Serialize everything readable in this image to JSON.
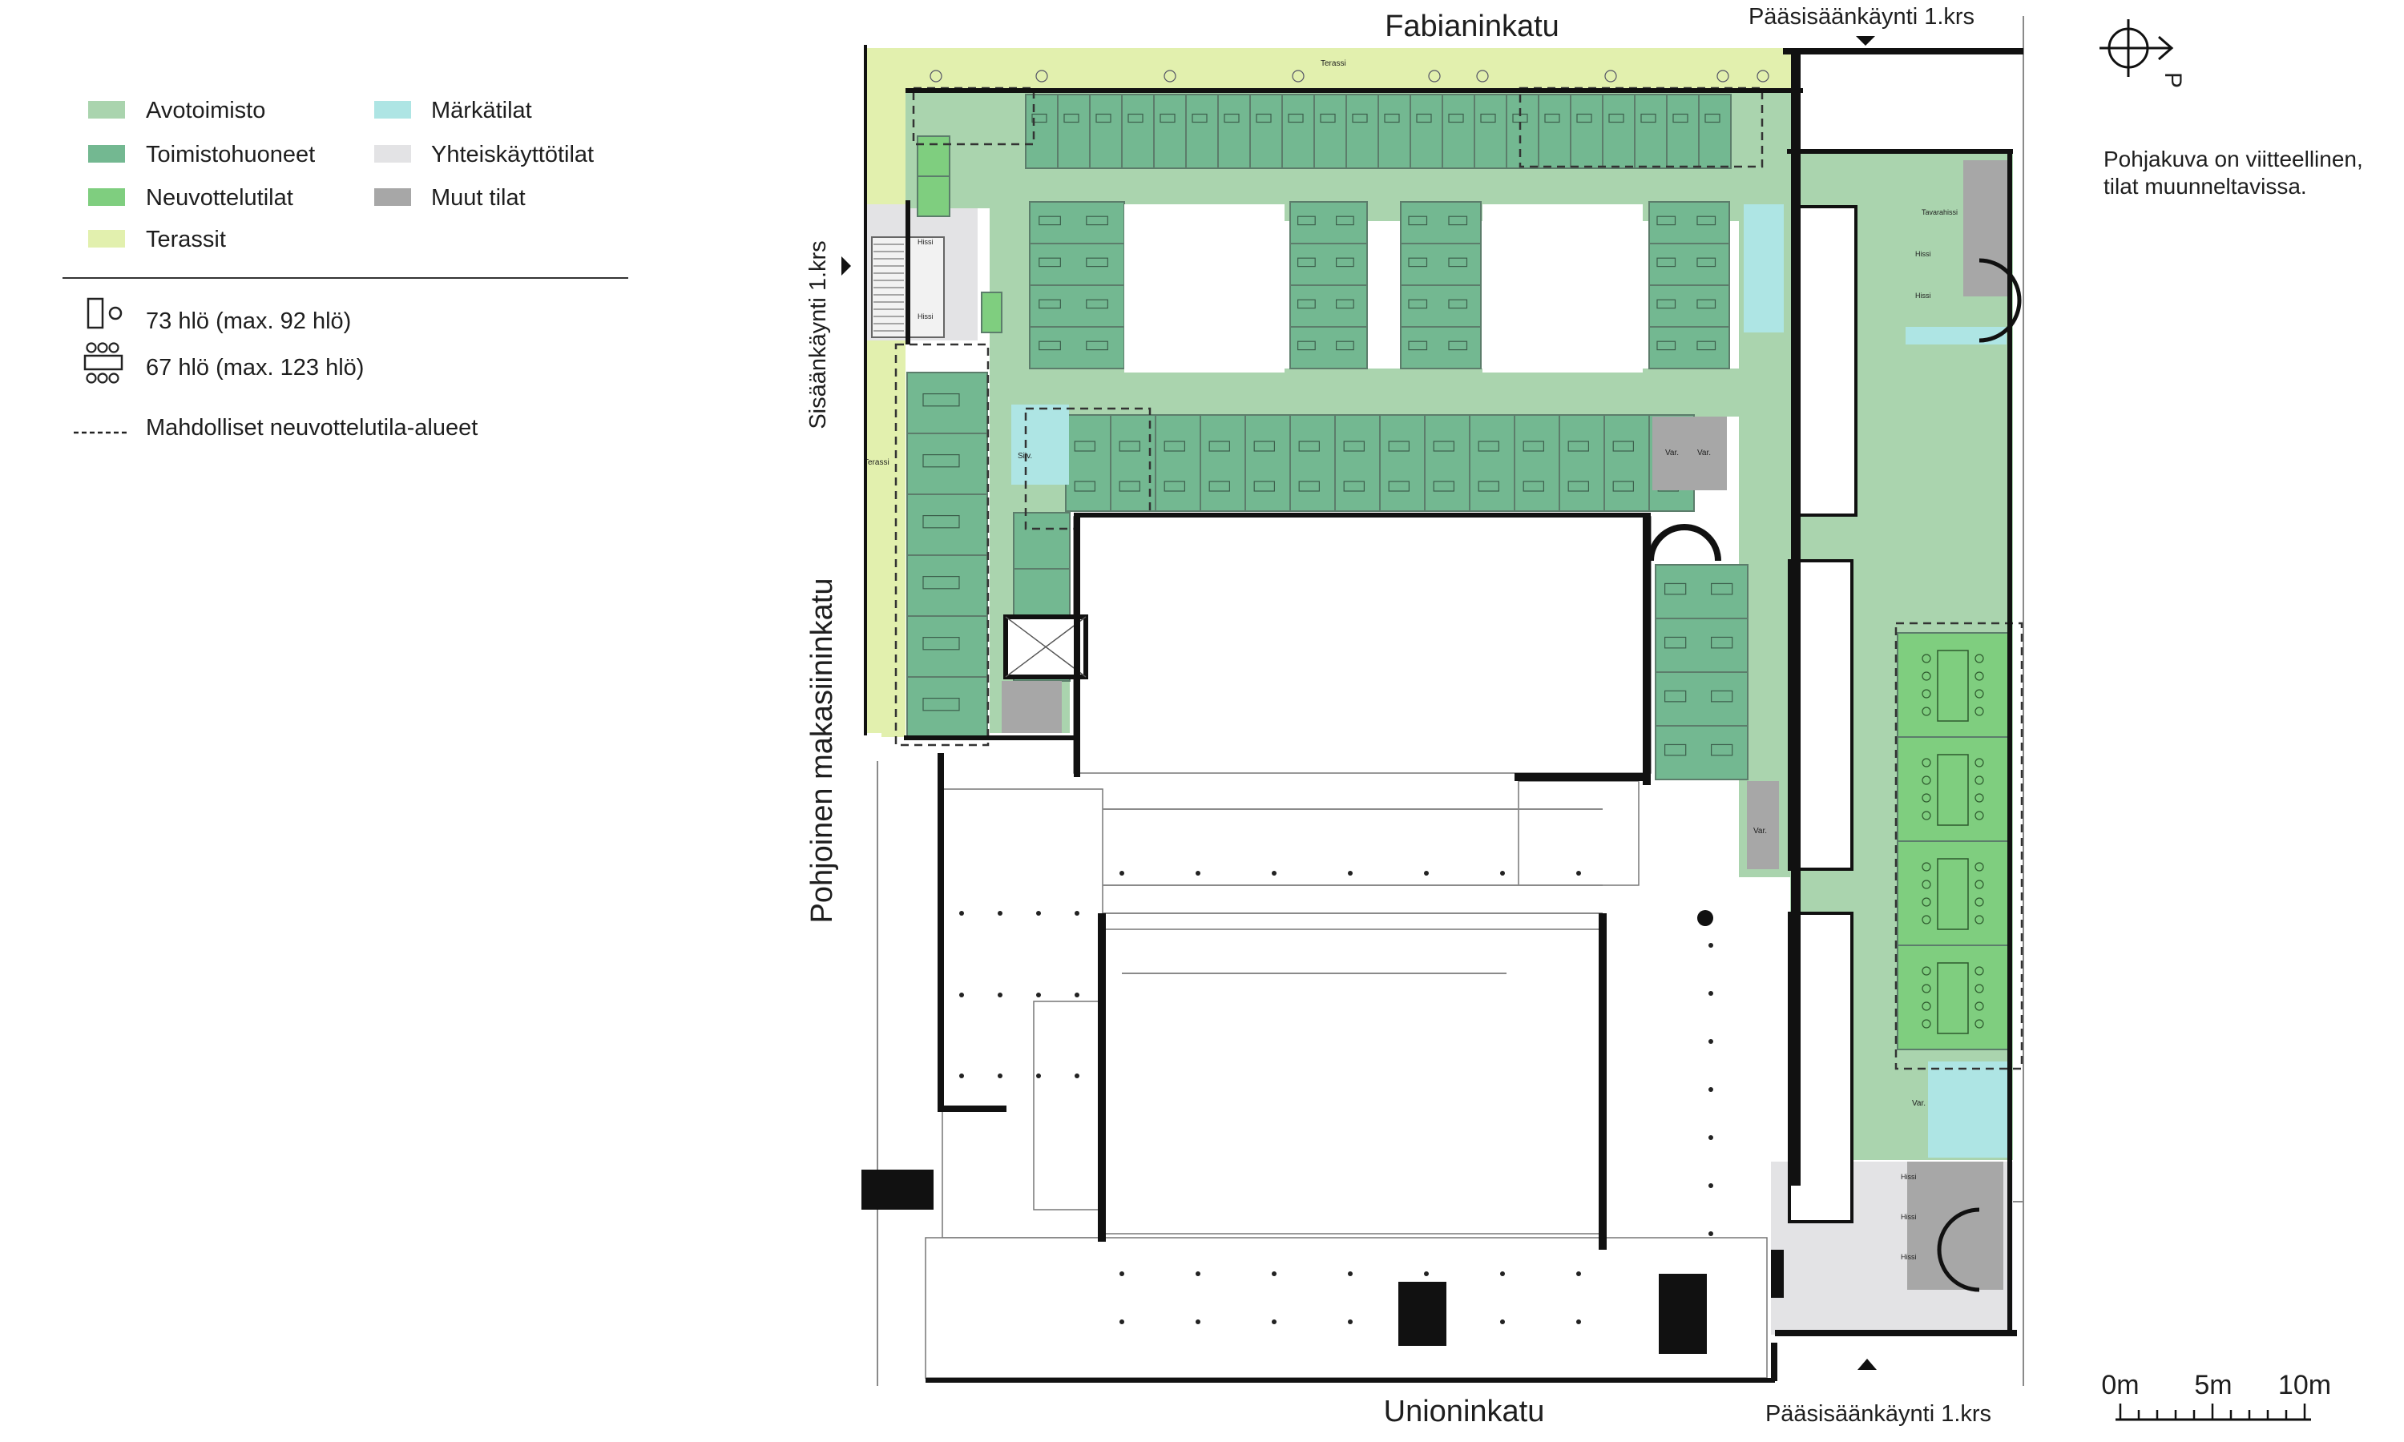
{
  "colors": {
    "open_office": "#aad4ae",
    "office_rooms": "#73b891",
    "meeting_rooms": "#7fce7f",
    "terraces": "#e2f0ae",
    "wet_rooms": "#aee5e4",
    "shared_spaces": "#e3e3e5",
    "other_spaces": "#a7a7a7",
    "walls": "#111111"
  },
  "legend": {
    "items": [
      {
        "label": "Avotoimisto",
        "color": "#aad4ae"
      },
      {
        "label": "Toimistohuoneet",
        "color": "#73b891"
      },
      {
        "label": "Neuvottelutilat",
        "color": "#7fce7f"
      },
      {
        "label": "Terassit",
        "color": "#e2f0ae"
      },
      {
        "label": "Märkätilat",
        "color": "#aee5e4"
      },
      {
        "label": "Yhteiskäyttötilat",
        "color": "#e3e3e5"
      },
      {
        "label": "Muut tilat",
        "color": "#a7a7a7"
      }
    ],
    "capacity_workstations": "73 hlö (max. 92 hlö)",
    "capacity_meeting": "67 hlö (max. 123 hlö)",
    "dashed_note": "Mahdolliset neuvottelutila-alueet"
  },
  "streets": {
    "north": "Fabianinkatu",
    "south": "Unioninkatu",
    "west": "Pohjoinen makasiininkatu"
  },
  "entrances": {
    "main_top": "Pääsisäänkäynti 1.krs",
    "main_bottom": "Pääsisäänkäynti 1.krs",
    "side": "Sisäänkäynti 1.krs"
  },
  "note": [
    "Pohjakuva on viitteellinen,",
    "tilat muunneltavissa."
  ],
  "compass_label": "P",
  "scale": {
    "labels": [
      "0m",
      "5m",
      "10m"
    ]
  },
  "room_labels": {
    "terrace_north": "Terassi",
    "terrace_west": "Terassi",
    "storage": "Var.",
    "lift": "Hissi",
    "goods_lift": "Tavarahissi",
    "cleaning": "Siiv."
  }
}
